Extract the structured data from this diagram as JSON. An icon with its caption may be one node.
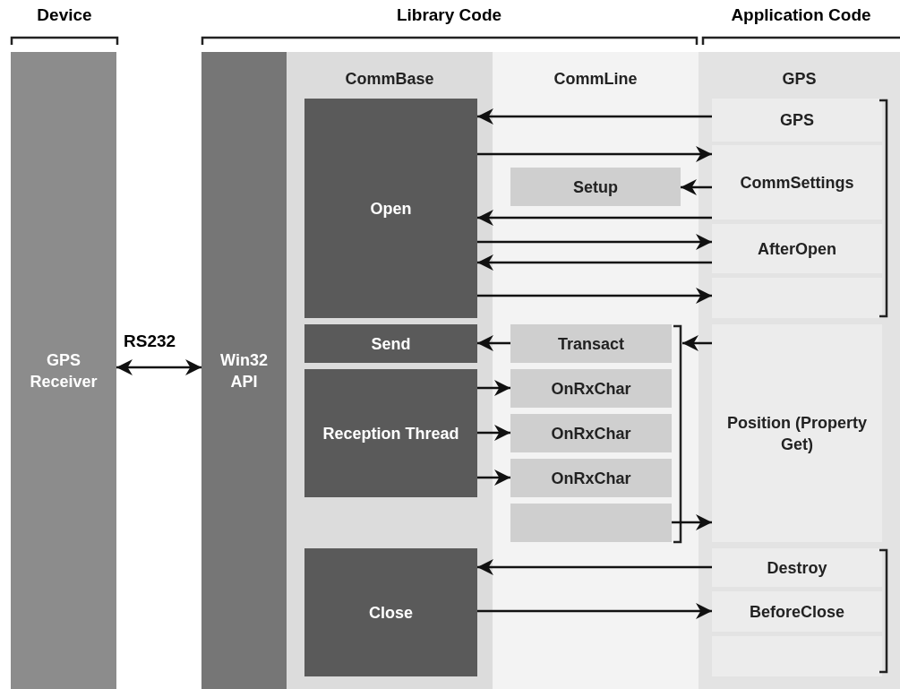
{
  "diagram": {
    "nodes": [
      {
        "text": [
          "GPS Receiver"
        ]
      },
      {
        "text": [
          "Win32 API"
        ]
      },
      {
        "text": [
          "CommBase"
        ]
      },
      {
        "text": [
          "Open"
        ],
        "in": 2
      },
      {
        "text": [
          "Send"
        ],
        "in": 2
      },
      {
        "text": [
          "Reception Thread"
        ],
        "in": 2
      },
      {
        "text": [
          "Close"
        ],
        "in": 2
      },
      {
        "text": [
          "CommLine"
        ]
      },
      {
        "text": [
          "Setup"
        ],
        "in": 7
      },
      {
        "text": [
          "Transact"
        ],
        "in": 7
      },
      {
        "text": [
          "OnRxChar"
        ],
        "in": 7
      },
      {
        "text": [
          "OnRxChar"
        ],
        "in": 7
      },
      {
        "text": [
          "OnRxChar"
        ],
        "in": 7
      },
      {
        "text": [],
        "shape": "box",
        "in": 7
      },
      {
        "text": [
          "GPS"
        ]
      },
      {
        "text": [
          "GPS"
        ],
        "in": 14
      },
      {
        "text": [
          "CommSettings"
        ],
        "in": 14
      },
      {
        "text": [
          "AfterOpen"
        ],
        "in": 14
      },
      {
        "text": [],
        "shape": "box",
        "in": 14
      },
      {
        "text": [
          "Position (Property Get)"
        ],
        "in": 14
      },
      {
        "text": [
          "Destroy"
        ],
        "in": 14
      },
      {
        "text": [
          "BeforeClose"
        ],
        "in": 14
      },
      {
        "text": [],
        "shape": "box",
        "in": 14
      }
    ],
    "edges": [
      {
        "from": 0,
        "to": 1,
        "arrow": "both",
        "label": "RS232"
      },
      {
        "from": 15,
        "to": 3,
        "arrow": "to"
      },
      {
        "from": 3,
        "to": 16,
        "arrow": "to"
      },
      {
        "from": 16,
        "to": 8,
        "arrow": "to"
      },
      {
        "from": 16,
        "to": 3,
        "arrow": "to"
      },
      {
        "from": 3,
        "to": 17,
        "arrow": "to"
      },
      {
        "from": 17,
        "to": 3,
        "arrow": "to"
      },
      {
        "from": 3,
        "to": 18,
        "arrow": "to"
      },
      {
        "from": 9,
        "to": 4,
        "arrow": "to"
      },
      {
        "from": 5,
        "to": 10,
        "arrow": "to"
      },
      {
        "from": 5,
        "to": 11,
        "arrow": "to"
      },
      {
        "from": 5,
        "to": 12,
        "arrow": "to"
      },
      {
        "from": 19,
        "to": 9,
        "arrow": "to"
      },
      {
        "from": 13,
        "to": 19,
        "arrow": "to"
      },
      {
        "from": 20,
        "to": 6,
        "arrow": "to"
      },
      {
        "from": 6,
        "to": 21,
        "arrow": "to"
      }
    ],
    "labels": [
      "Device",
      "Library Code",
      "Application Code"
    ]
  }
}
